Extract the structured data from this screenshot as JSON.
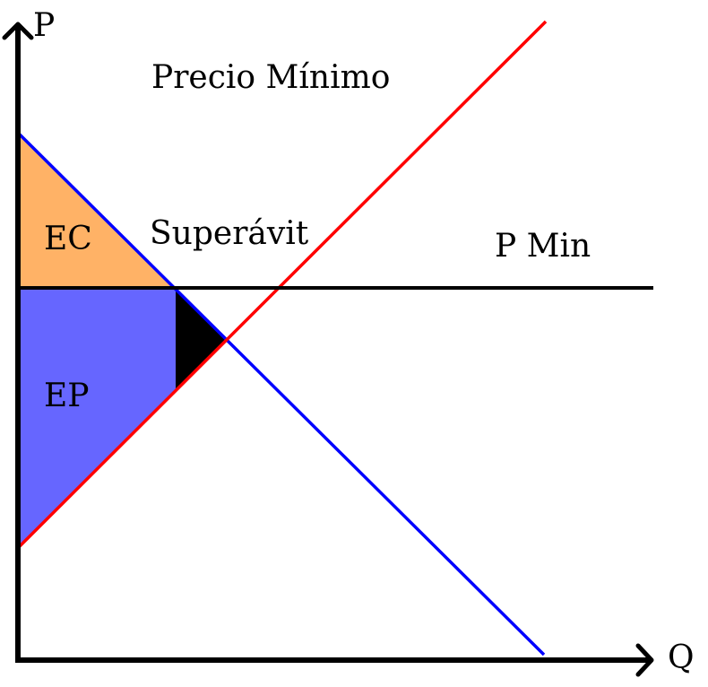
{
  "diagram": {
    "title": "Precio Mínimo",
    "axes": {
      "y_label": "P",
      "x_label": "Q"
    },
    "regions": {
      "consumer_surplus": "EC",
      "producer_surplus": "EP",
      "surplus_label": "Superávit"
    },
    "price_floor_label": "P Min",
    "colors": {
      "demand": "#0000ff",
      "supply": "#ff0000",
      "consumer_surplus_fill": "#ffb266",
      "producer_surplus_fill": "#6666ff",
      "deadweight_fill": "#000000",
      "price_floor_line": "#000000",
      "axes": "#000000"
    }
  }
}
